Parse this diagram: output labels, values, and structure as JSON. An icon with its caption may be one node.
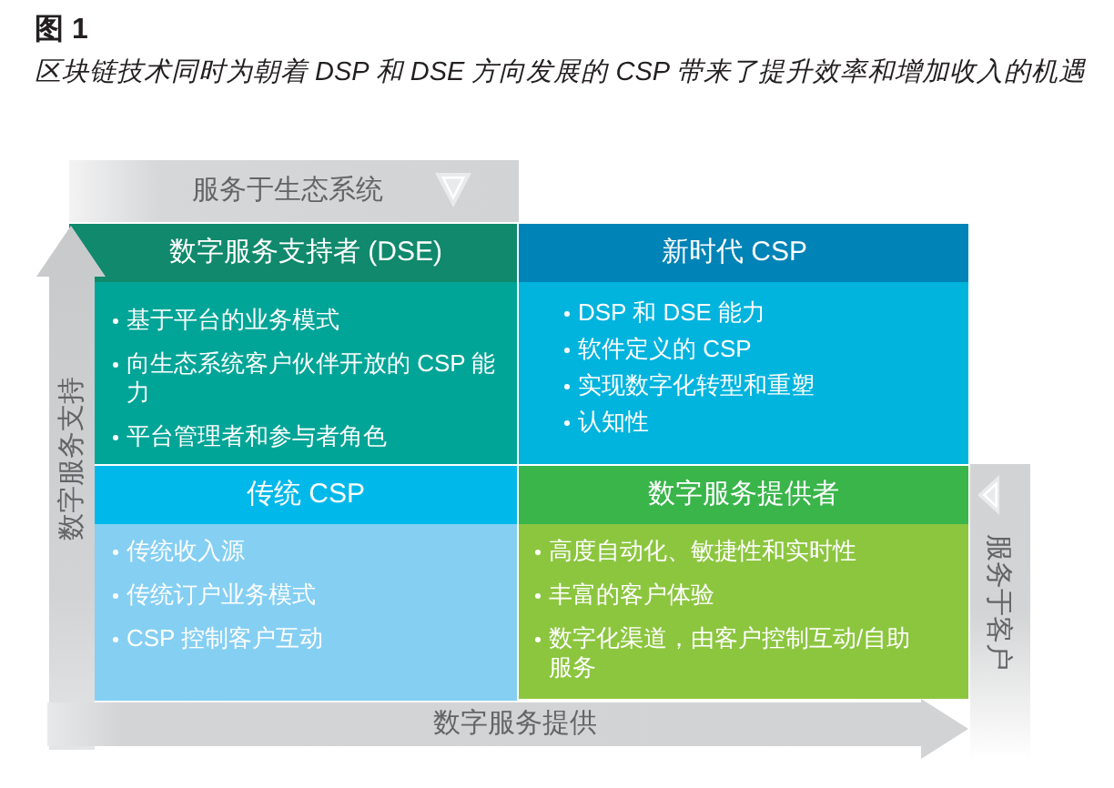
{
  "diagram": {
    "title": "图 1",
    "caption": "区块链技术同时为朝着 DSP 和 DSE 方向发展的 CSP 带来了提升效率和增加收入的机遇",
    "nodes": [
      {
        "text": [
          "服务于生态系统"
        ]
      },
      {
        "text": [
          "数字服务支持"
        ]
      },
      {
        "text": [
          "数字服务支持者 (DSE)",
          "基于平台的业务模式",
          "向生态系统客户伙伴开放的 CSP 能力",
          "平台管理者和参与者角色"
        ]
      },
      {
        "text": [
          "新时代 CSP",
          "DSP 和 DSE 能力",
          "软件定义的 CSP",
          "实现数字化转型和重塑",
          "认知性"
        ]
      },
      {
        "text": [
          "传统 CSP",
          "传统收入源",
          "传统订户业务模式",
          "CSP 控制客户互动"
        ]
      },
      {
        "text": [
          "数字服务提供者",
          "高度自动化、敏捷性和实时性",
          "丰富的客户体验",
          "数字化渠道，由客户控制互动/自助服务"
        ]
      },
      {
        "text": [
          "服务于客户"
        ]
      },
      {
        "text": [
          "数字服务提供"
        ]
      }
    ]
  }
}
